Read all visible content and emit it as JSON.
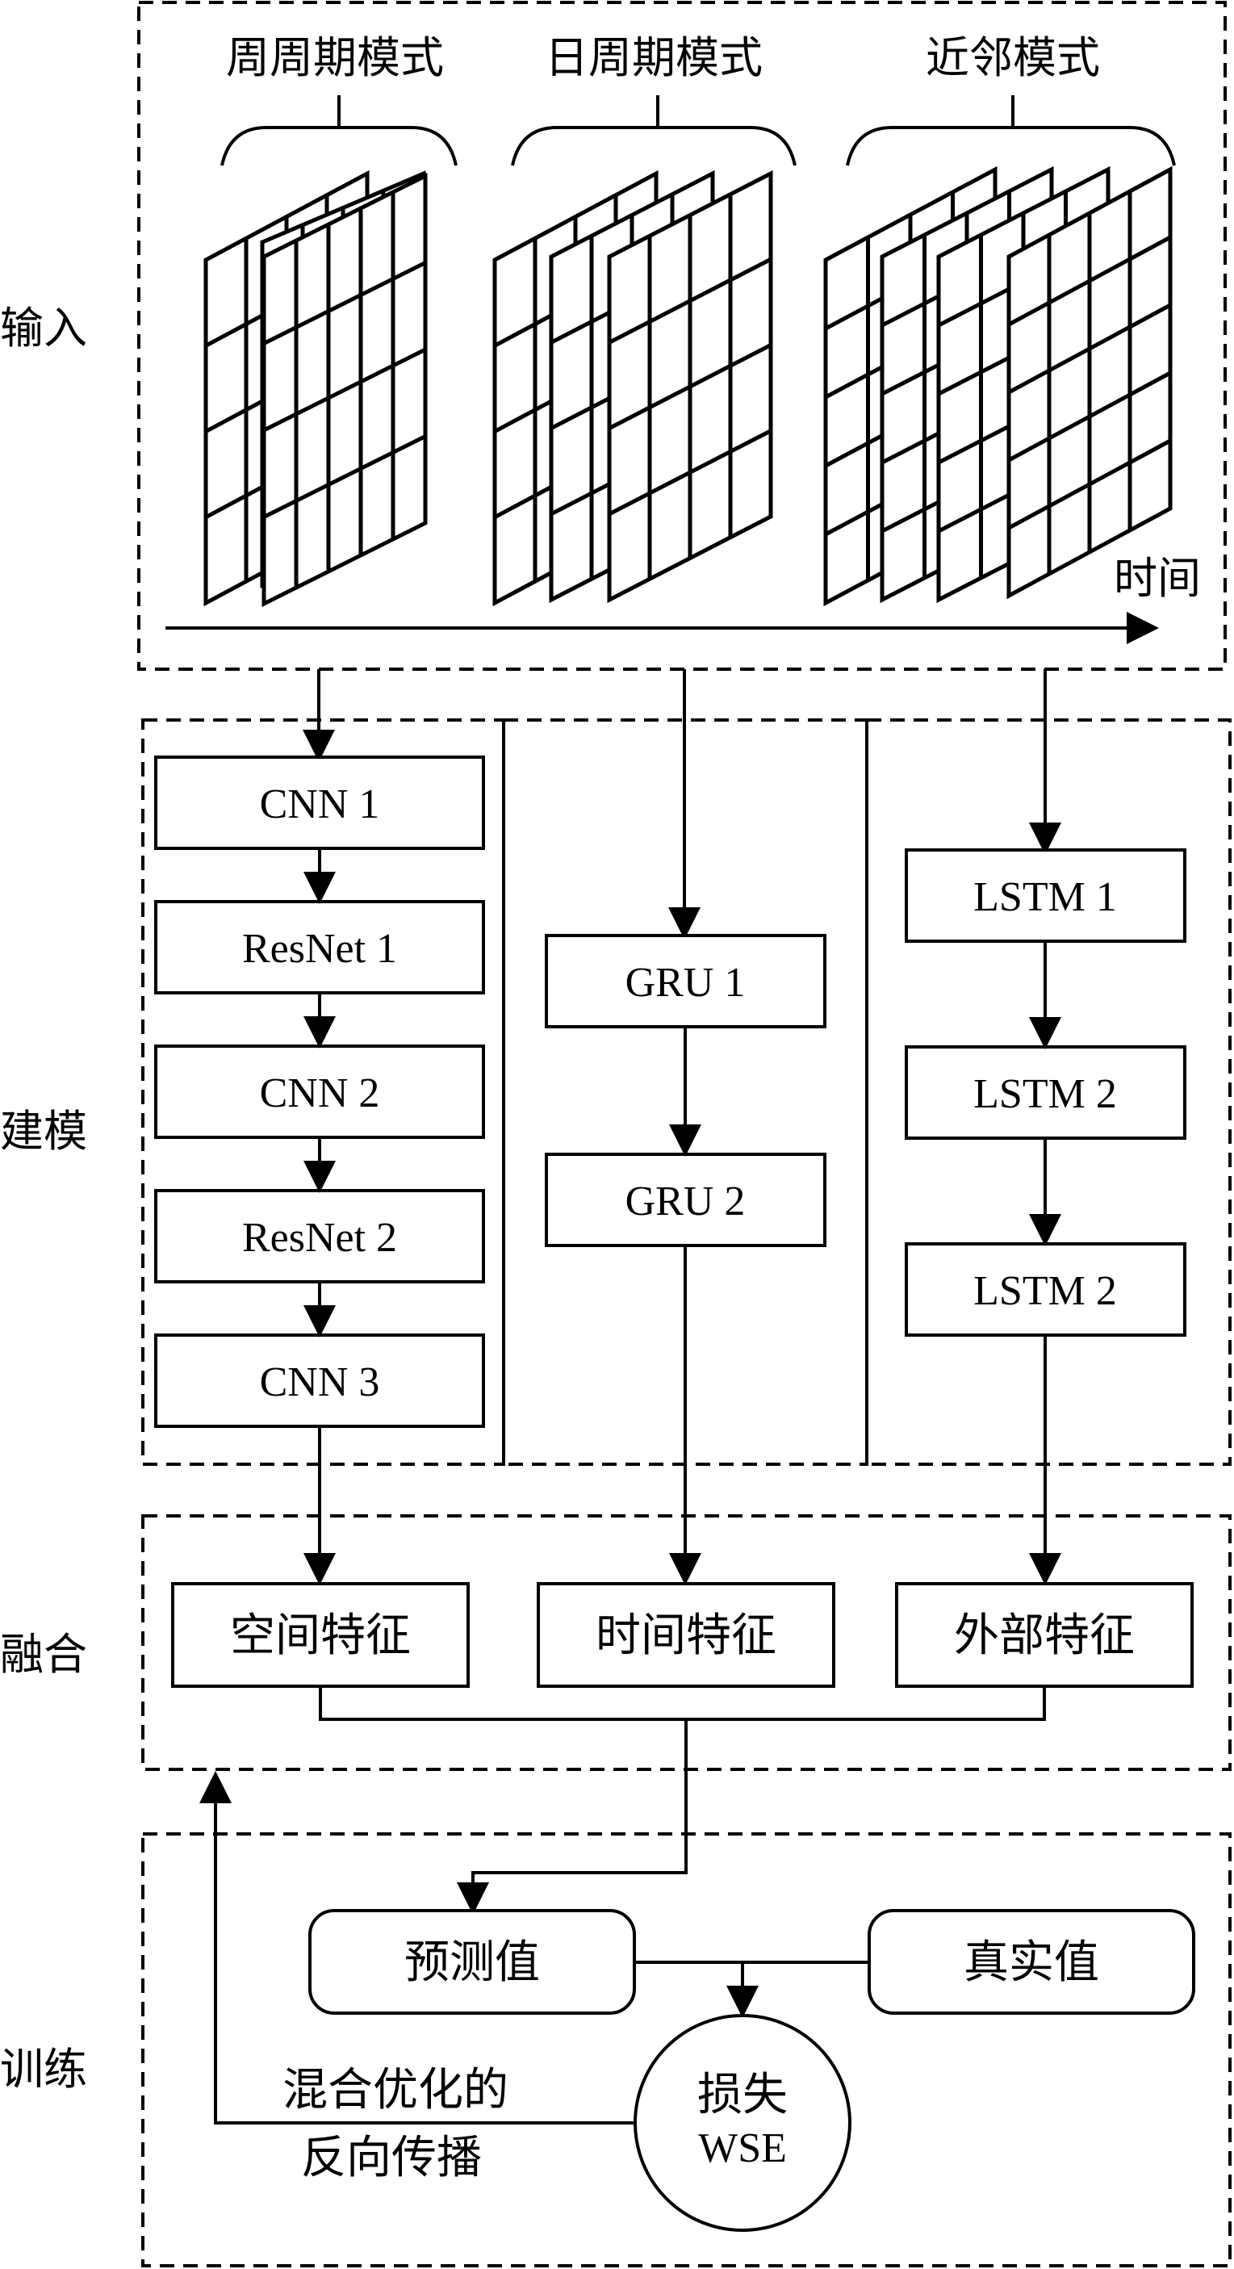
{
  "stages": {
    "input": "输入",
    "modeling": "建模",
    "fusion": "融合",
    "training": "训练"
  },
  "input": {
    "modes": [
      "周周期模式",
      "日周期模式",
      "近邻模式"
    ],
    "time_label": "时间"
  },
  "modeling": {
    "cnn_branch": [
      "CNN 1",
      "ResNet 1",
      "CNN 2",
      "ResNet 2",
      "CNN 3"
    ],
    "gru_branch": [
      "GRU 1",
      "GRU 2"
    ],
    "lstm_branch": [
      "LSTM 1",
      "LSTM 2",
      "LSTM 2"
    ]
  },
  "fusion": {
    "features": [
      "空间特征",
      "时间特征",
      "外部特征"
    ]
  },
  "training": {
    "predicted": "预测值",
    "actual": "真实值",
    "loss_line1": "损失",
    "loss_line2": "WSE",
    "backprop_line1": "混合优化的",
    "backprop_line2": "反向传播"
  }
}
